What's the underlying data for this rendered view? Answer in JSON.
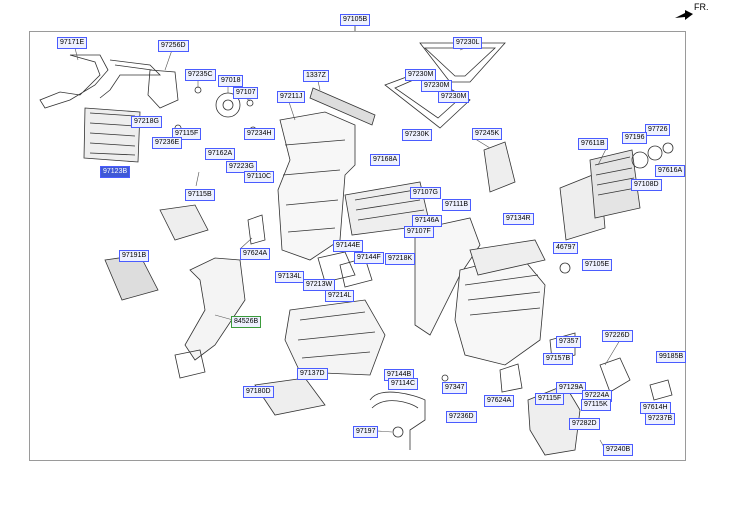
{
  "header": {
    "top_code": "97105B",
    "direction": "FR."
  },
  "labels": {
    "l97171E": "97171E",
    "l97256D": "97256D",
    "l97235C": "97235C",
    "l97018": "97018",
    "l97107": "97107",
    "l97211J": "97211J",
    "l1337Z": "1337Z",
    "l97230L": "97230L",
    "l97230M_a": "97230M",
    "l97230M_b": "97230M",
    "l97230M_c": "97230M",
    "l97230K": "97230K",
    "l97245K": "97245K",
    "l97726": "97726",
    "l97196": "97196",
    "l97611B": "97611B",
    "l97616A": "97616A",
    "l97108D": "97108D",
    "l97218G": "97218G",
    "l97115F_a": "97115F",
    "l97236E": "97236E",
    "l97234H": "97234H",
    "l97162A": "97162A",
    "l97223G": "97223G",
    "l97110C": "97110C",
    "l97168A": "97168A",
    "l97123B": "97123B",
    "l97115B": "97115B",
    "l97107G": "97107G",
    "l97111B": "97111B",
    "l97146A": "97146A",
    "l97107F": "97107F",
    "l97134R": "97134R",
    "l97624A_a": "97624A",
    "l97144E": "97144E",
    "l97144F": "97144F",
    "l97218K": "97218K",
    "l46797": "46797",
    "l97105E": "97105E",
    "l97191B": "97191B",
    "l97134L": "97134L",
    "l97213W": "97213W",
    "l97214L": "97214L",
    "l84526B": "84526B",
    "l97357": "97357",
    "l97226D": "97226D",
    "l97157B": "97157B",
    "l99185B": "99185B",
    "l97137D": "97137D",
    "l97144B": "97144B",
    "l97114C": "97114C",
    "l97347": "97347",
    "l97129A": "97129A",
    "l97180D": "97180D",
    "l97224A": "97224A",
    "l97115F_b": "97115F",
    "l97115K": "97115K",
    "l97624A_b": "97624A",
    "l97614H": "97614H",
    "l97237B": "97237B",
    "l97236D": "97236D",
    "l97282D": "97282D",
    "l97197": "97197",
    "l97240B": "97240B"
  },
  "colors": {
    "label_border": "#4a5cff",
    "label_fill": "#eef1ff",
    "highlight_fill": "#3f59d6",
    "frame": "#9a9a9a"
  }
}
